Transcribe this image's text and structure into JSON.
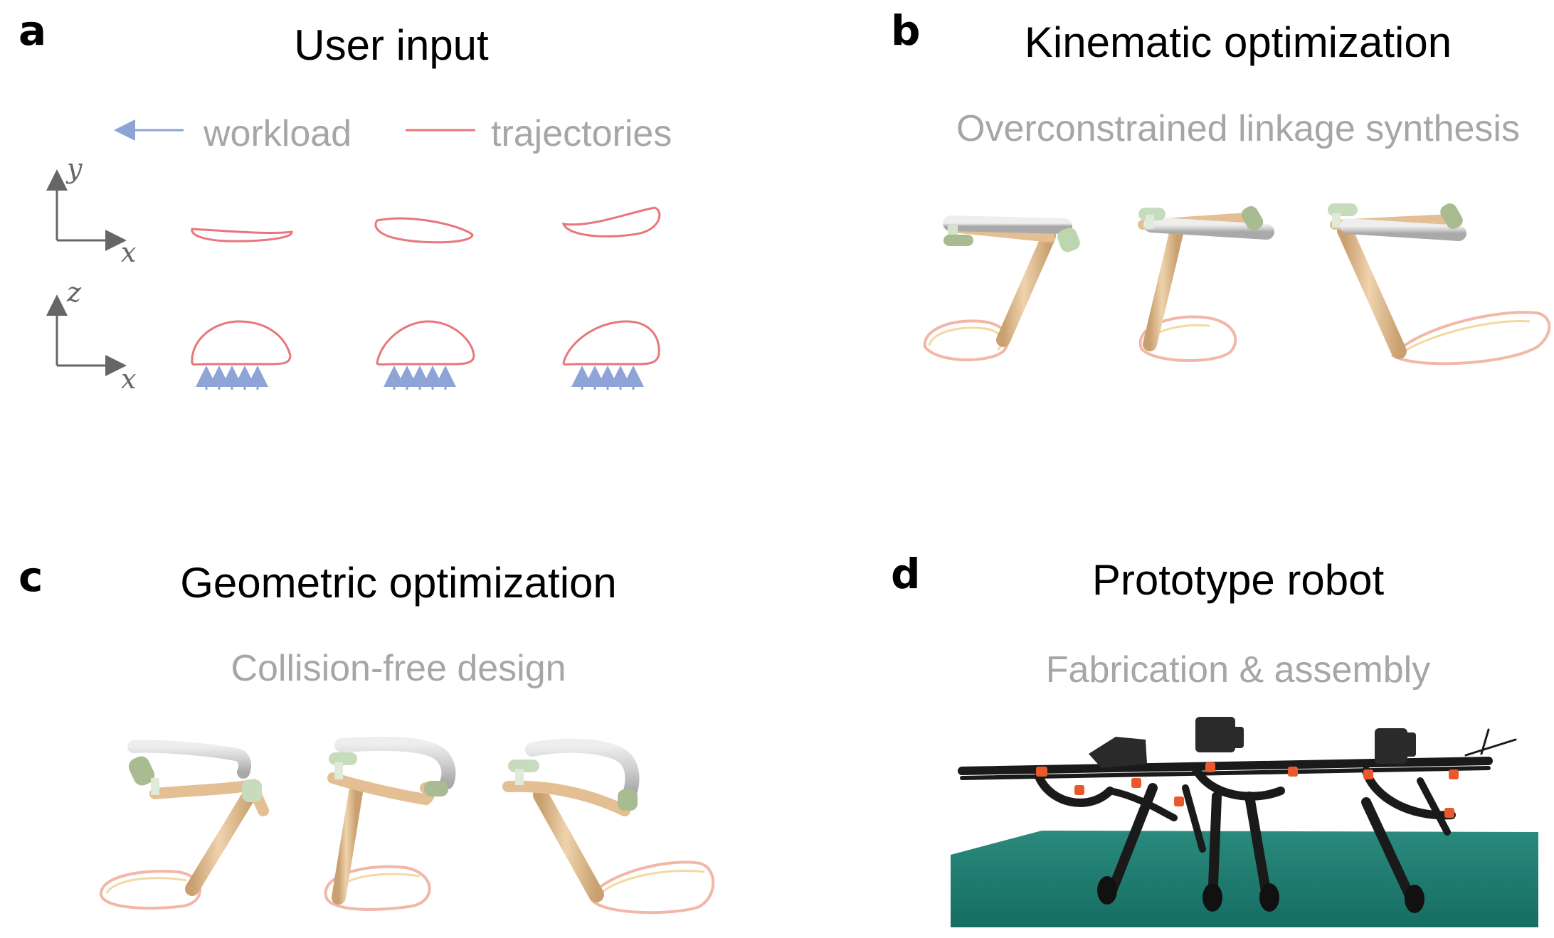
{
  "panels": {
    "a": {
      "letter": "a",
      "title": "User input"
    },
    "b": {
      "letter": "b",
      "title": "Kinematic optimization",
      "subtitle": "Overconstrained linkage synthesis"
    },
    "c": {
      "letter": "c",
      "title": "Geometric optimization",
      "subtitle": "Collision-free design"
    },
    "d": {
      "letter": "d",
      "title": "Prototype robot",
      "subtitle": "Fabrication & assembly"
    }
  },
  "legend": {
    "workload": "workload",
    "trajectories": "trajectories"
  },
  "axes": {
    "top": {
      "vertical": "y",
      "horizontal": "x"
    },
    "bottom": {
      "vertical": "z",
      "horizontal": "x"
    }
  },
  "colors": {
    "trajectory": "#e8767a",
    "workload": "#8ea3d6",
    "link_tan": "#e3bf93",
    "link_gray": "#c9c9c9",
    "link_green": "#b9d1a9",
    "ground": "#1c7d70"
  }
}
